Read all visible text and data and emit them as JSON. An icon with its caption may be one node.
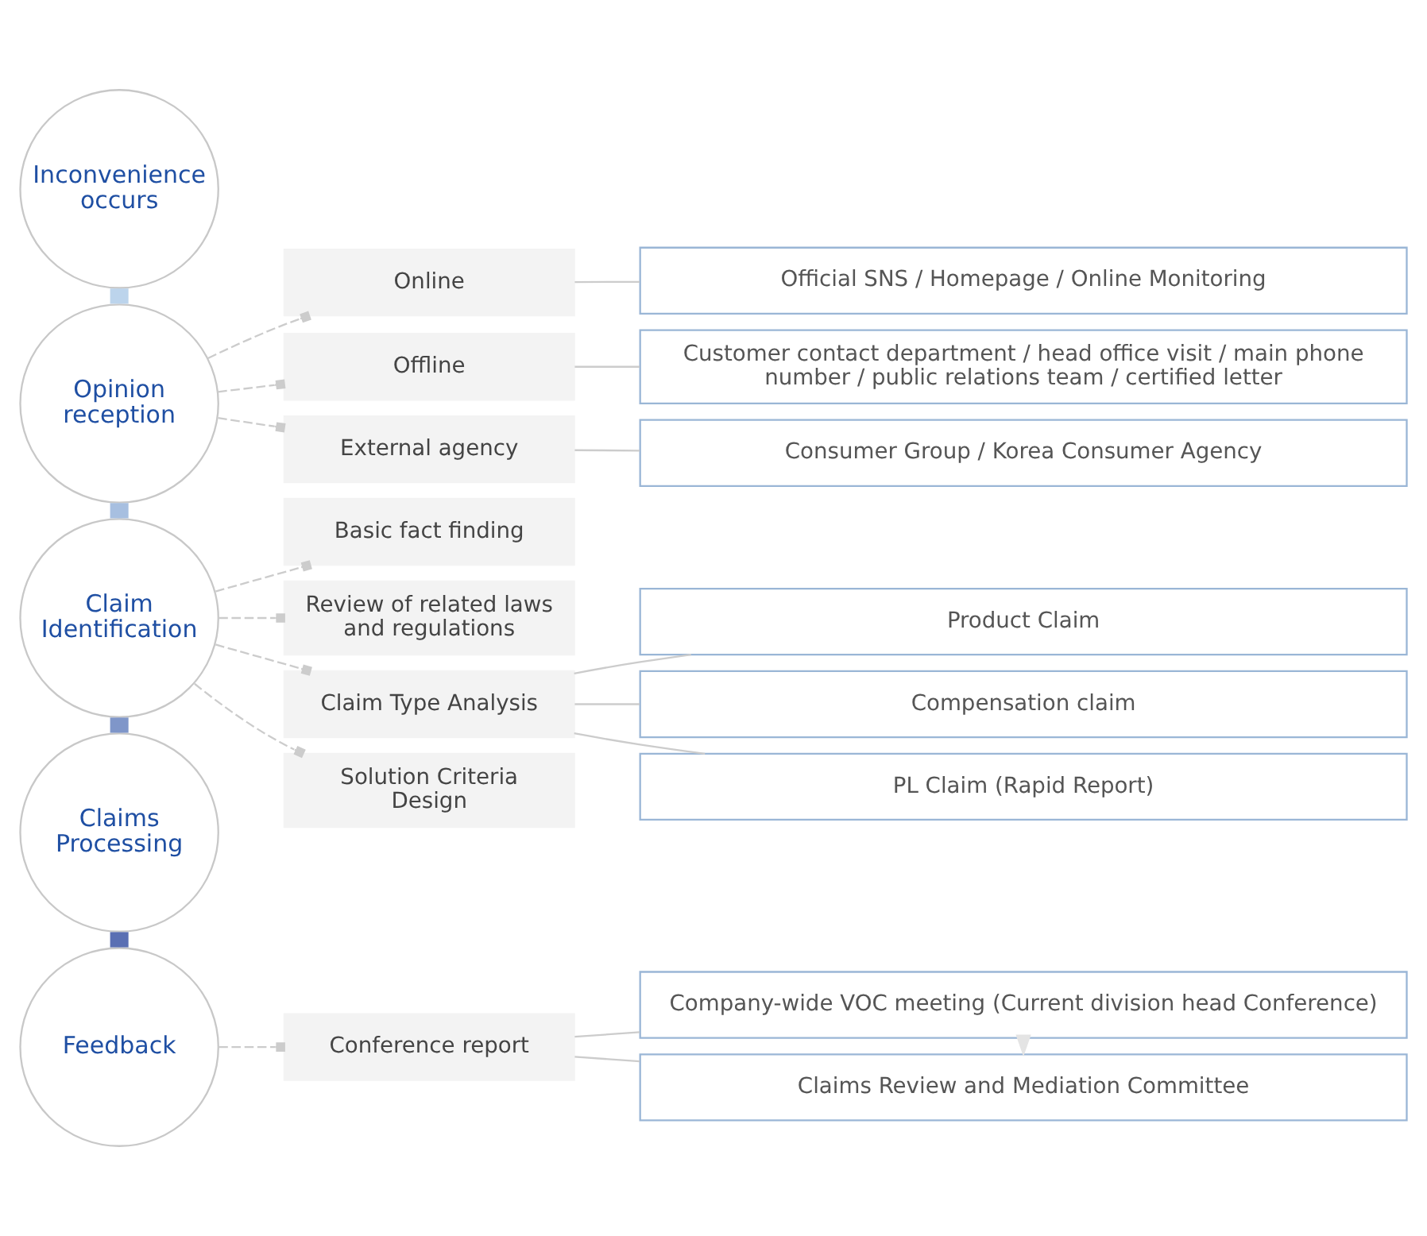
{
  "diagram": {
    "nodes": [
      {
        "text": [
          "Inconvenience occurs"
        ]
      },
      {
        "text": [
          "Opinion reception"
        ]
      },
      {
        "text": [
          "Online"
        ]
      },
      {
        "text": [
          "Official SNS / Homepage / Online Monitoring"
        ]
      },
      {
        "text": [
          "Offline"
        ]
      },
      {
        "text": [
          "Customer contact department / head office visit / main phone number / public relations team / certified letter"
        ]
      },
      {
        "text": [
          "External agency"
        ]
      },
      {
        "text": [
          "Consumer Group / Korea Consumer Agency"
        ]
      },
      {
        "text": [
          "Claim Identification"
        ]
      },
      {
        "text": [
          "Basic fact finding"
        ]
      },
      {
        "text": [
          "Review of related laws and regulations"
        ]
      },
      {
        "text": [
          "Claim Type Analysis"
        ]
      },
      {
        "text": [
          "Product Claim"
        ]
      },
      {
        "text": [
          "Compensation claim"
        ]
      },
      {
        "text": [
          "PL Claim (Rapid Report)"
        ]
      },
      {
        "text": [
          "Solution Criteria Design"
        ]
      },
      {
        "text": [
          "Claims Processing"
        ]
      },
      {
        "text": [
          "Feedback"
        ]
      },
      {
        "text": [
          "Conference report"
        ]
      },
      {
        "text": [
          "Company-wide VOC meeting (Current division head Conference)"
        ]
      },
      {
        "text": [
          "Claims Review and Mediation Committee"
        ]
      }
    ],
    "edges": [
      {
        "from": 0,
        "to": 1,
        "arrow": "none",
        "style": "thick",
        "color": "#bcd4ec"
      },
      {
        "from": 1,
        "to": 8,
        "arrow": "none",
        "style": "thick",
        "color": "#a7bfe0"
      },
      {
        "from": 8,
        "to": 16,
        "arrow": "none",
        "style": "thick",
        "color": "#7f96c9"
      },
      {
        "from": 16,
        "to": 17,
        "arrow": "none",
        "style": "thick",
        "color": "#5a6fb3"
      },
      {
        "from": 1,
        "to": 2,
        "arrow": "other",
        "style": "dashed"
      },
      {
        "from": 1,
        "to": 4,
        "arrow": "other",
        "style": "dashed"
      },
      {
        "from": 1,
        "to": 6,
        "arrow": "other",
        "style": "dashed"
      },
      {
        "from": 2,
        "to": 3,
        "arrow": "none"
      },
      {
        "from": 4,
        "to": 5,
        "arrow": "none"
      },
      {
        "from": 6,
        "to": 7,
        "arrow": "none"
      },
      {
        "from": 8,
        "to": 9,
        "arrow": "other",
        "style": "dashed"
      },
      {
        "from": 8,
        "to": 10,
        "arrow": "other",
        "style": "dashed"
      },
      {
        "from": 8,
        "to": 11,
        "arrow": "other",
        "style": "dashed"
      },
      {
        "from": 8,
        "to": 15,
        "arrow": "other",
        "style": "dashed"
      },
      {
        "from": 11,
        "to": 12,
        "arrow": "none"
      },
      {
        "from": 11,
        "to": 13,
        "arrow": "none"
      },
      {
        "from": 11,
        "to": 14,
        "arrow": "none"
      },
      {
        "from": 17,
        "to": 18,
        "arrow": "other",
        "style": "dashed"
      },
      {
        "from": 18,
        "to": 19,
        "arrow": "none"
      },
      {
        "from": 18,
        "to": 20,
        "arrow": "none"
      },
      {
        "from": 19,
        "to": 20,
        "arrow": "to",
        "color": "#e4e4e4"
      }
    ]
  }
}
